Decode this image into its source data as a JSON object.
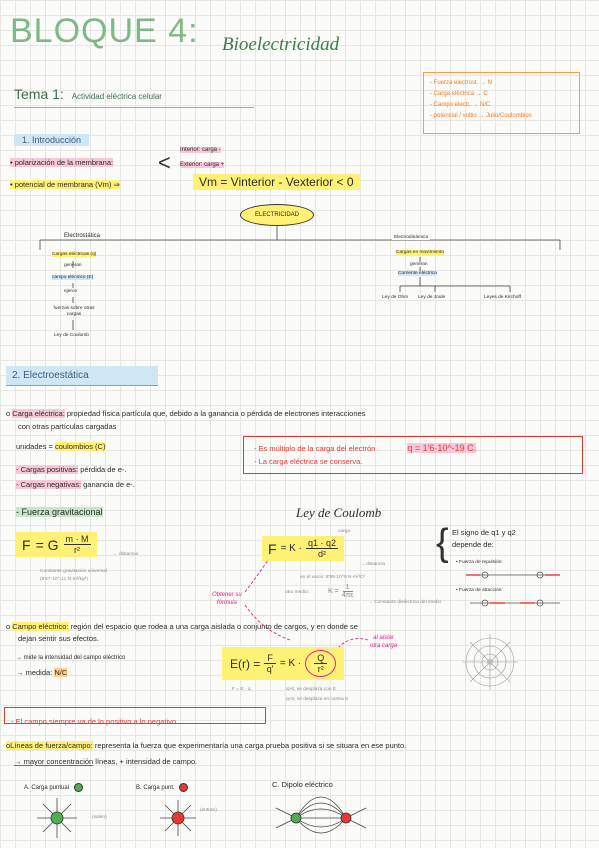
{
  "title": {
    "main": "BLOQUE 4:",
    "sub": "Bioelectricidad"
  },
  "tema": {
    "label": "Tema 1:",
    "text": "Actividad eléctrica celular"
  },
  "units_box": [
    "- Fuerza electrost. → N",
    "- Carga eléctrica → C",
    "- Campo electr. → N/C",
    "- potencial / voltio → Julio/Coulombios"
  ],
  "sec1": {
    "title": "1. Introducción"
  },
  "polarization": {
    "label": "• polarización de la membrana:",
    "interior": "Interior: carga -",
    "exterior": "Exterior: carga +"
  },
  "potential": {
    "label": "• potencial de membrana (Vm) ⇒",
    "formula": "Vm = Vinterior - Vexterior < 0"
  },
  "tree": {
    "root": "ELECTRICIDAD",
    "left": "Electrostática",
    "right": "Electrodinámica",
    "l1": "Cargas eléctricas (q)",
    "l2": "generan",
    "l3": "campo eléctrico (E)",
    "l4": "ejerce",
    "l5": "fuerzas sobre otras cargas",
    "l6": "Ley de Coulomb",
    "r1": "Cargas en movimiento",
    "r2": "generan",
    "r3": "Corriente eléctrica",
    "leaves": [
      "Ley de Ohm",
      "Ley de Joule",
      "Leyes de Kirchoff"
    ]
  },
  "sec2": {
    "title": "2. Electroestática"
  },
  "carga": {
    "label": "Carga eléctrica:",
    "text1": "propiedad física partícula que, debido a la ganancia o pérdida de electrones interacciones",
    "text2": "con otras partículas cargadas",
    "unidades_label": "unidades =",
    "unidades_value": "coulombios (C)"
  },
  "cargas_list": [
    {
      "label": "- Cargas positivas:",
      "text": "pérdida de e-."
    },
    {
      "label": "- Cargas negativas:",
      "text": "ganancia de e-."
    }
  ],
  "redbox": {
    "line1": "- Es múltiplo de la carga del electrón",
    "formula": "q = 1'6·10^-19 C.",
    "line2": "- La carga eléctrica se conserva."
  },
  "gravity": {
    "label": "- Fuerza gravitacional",
    "F": "F",
    "eq": "= G",
    "num": "m · M",
    "den": "r²",
    "dist": "← distancia",
    "note1": "Constante gravitación universal",
    "note2": "(6'67·10^-11 N·m²/kg²)"
  },
  "coulomb": {
    "title": "Ley de Coulomb",
    "carga_note": "carga",
    "F": "F",
    "eq": "= K ·",
    "num": "q1 · q2",
    "den": "d²",
    "dist": "→ distancia",
    "vacio": "en el vacío: 8'99·10^9 N·m²/C²",
    "otro": "otro medio:",
    "K": "K =",
    "knum": "1",
    "kden": "4πε",
    "kconst": "→ Constante dieléctrica del medio",
    "obtener": "Obtener su",
    "formula": "fórmula"
  },
  "signo": {
    "line1": "El signo de q1 y q2",
    "line2": "depende de:",
    "rep": "• Fuerza de repulsión:",
    "att": "• Fuerza de atracción:"
  },
  "campo": {
    "label": "Campo eléctrico:",
    "text1": "región del espacio que rodea a una carga aislada o conjunto de cargos, y en donde se",
    "text2": "dejan sentir sus efectos.",
    "mide": "→ mide la intensidad del campo eléctrico",
    "medida_label": "→ medida:",
    "medida_value": "N/C",
    "al_aislar1": "al aislar",
    "al_aislar2": "otra carga",
    "Er": "E(r) =",
    "fnum": "F",
    "fden": "q'",
    "eq2": "= K ·",
    "qnum": "Q",
    "qden": "r²",
    "FEq": "F = E · q",
    "cond1": "q>0, se desplaza con E",
    "cond2": "q<0, se desplaza en contra E"
  },
  "redline": "- El campo siempre va de lo positivo a lo negativo",
  "lineas": {
    "label": "oLíneas de fuerza/campo:",
    "text": "representa la fuerza que experimentaría una carga prueba positiva si se situara en ese punto.",
    "line2a": "→ mayor concentración",
    "line2b": "líneas, + intensidad de campo."
  },
  "tipos": [
    {
      "label": "A. Carga puntual",
      "note": "(salen)"
    },
    {
      "label": "B. Carga punt.",
      "note": "(entran)"
    },
    {
      "label": "C. Dipolo eléctrico"
    }
  ]
}
